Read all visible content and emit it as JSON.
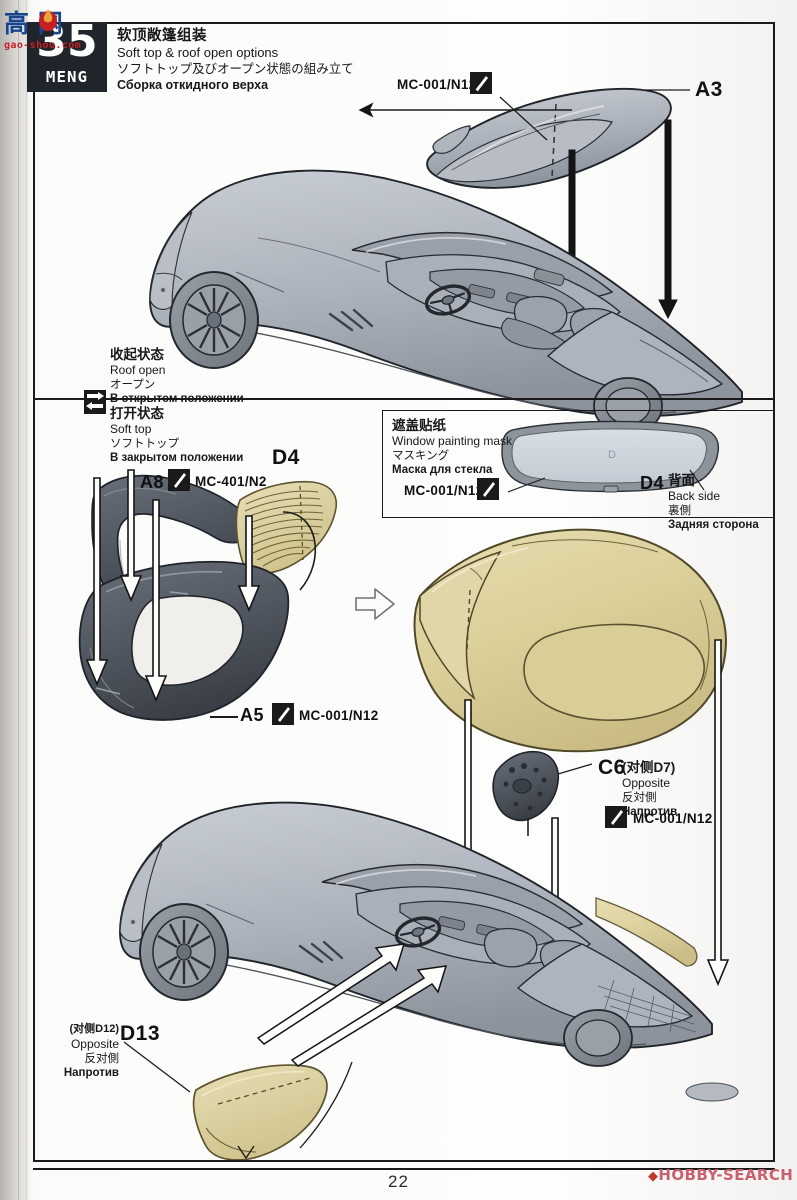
{
  "page": {
    "number": "22",
    "step_number": "35",
    "brand": "MENG"
  },
  "header": {
    "title_cn": "软顶敞篷组装",
    "title_en": "Soft top & roof open options",
    "title_jp": "ソフトトップ及びオープン状態の組み立て",
    "title_ru": "Сборка откидного верха"
  },
  "panel_top": {
    "part_a3": "A3",
    "cement_a3": "MC-001/N12",
    "state_roof_open": {
      "cn": "收起状态",
      "en": "Roof open",
      "jp": "オープン",
      "ru": "В открытом положении"
    }
  },
  "panel_bottom": {
    "state_soft_top": {
      "cn": "打开状态",
      "en": "Soft top",
      "jp": "ソフトトップ",
      "ru": "В закрытом положении"
    },
    "mask_box": {
      "cn": "遮盖贴纸",
      "en": "Window painting mask",
      "jp": "マスキング",
      "ru": "Маска для стекла",
      "cement": "MC-001/N12",
      "mask_letter": "D",
      "part_d4": "D4",
      "back_cn": "背面",
      "back_en": "Back side",
      "back_jp": "裏側",
      "back_ru": "Задняя сторона"
    },
    "part_a8": "A8",
    "cement_a8": "MC-401/N2",
    "part_d4": "D4",
    "part_a5": "A5",
    "cement_a5": "MC-001/N12",
    "part_c6": "C6",
    "c6_opposite_cn": "(对侧D7)",
    "c6_opposite_en": "Opposite",
    "c6_opposite_jp": "反対側",
    "c6_opposite_ru": "Напротив",
    "cement_c6": "MC-001/N12",
    "part_d13": "D13",
    "d13_opposite_cn": "(对侧D12)",
    "d13_opposite_en": "Opposite",
    "d13_opposite_jp": "反对側",
    "d13_opposite_ru": "Напротив"
  },
  "watermarks": {
    "gaoshou_chars": "高 网",
    "gaoshou_domain": "gao-shou.com",
    "hobby_search": "HOBBY-SEARCH"
  },
  "colors": {
    "ink": "#1a1a1a",
    "body_gray": "#a8adb6",
    "body_gray_light": "#c3c8d0",
    "body_gray_dark": "#767d88",
    "dark_part": "#4a4f57",
    "soft_top_tan": "#ddd2a0",
    "soft_top_tan_dark": "#c8bb86",
    "mask_glass": "#ccd5dc"
  }
}
